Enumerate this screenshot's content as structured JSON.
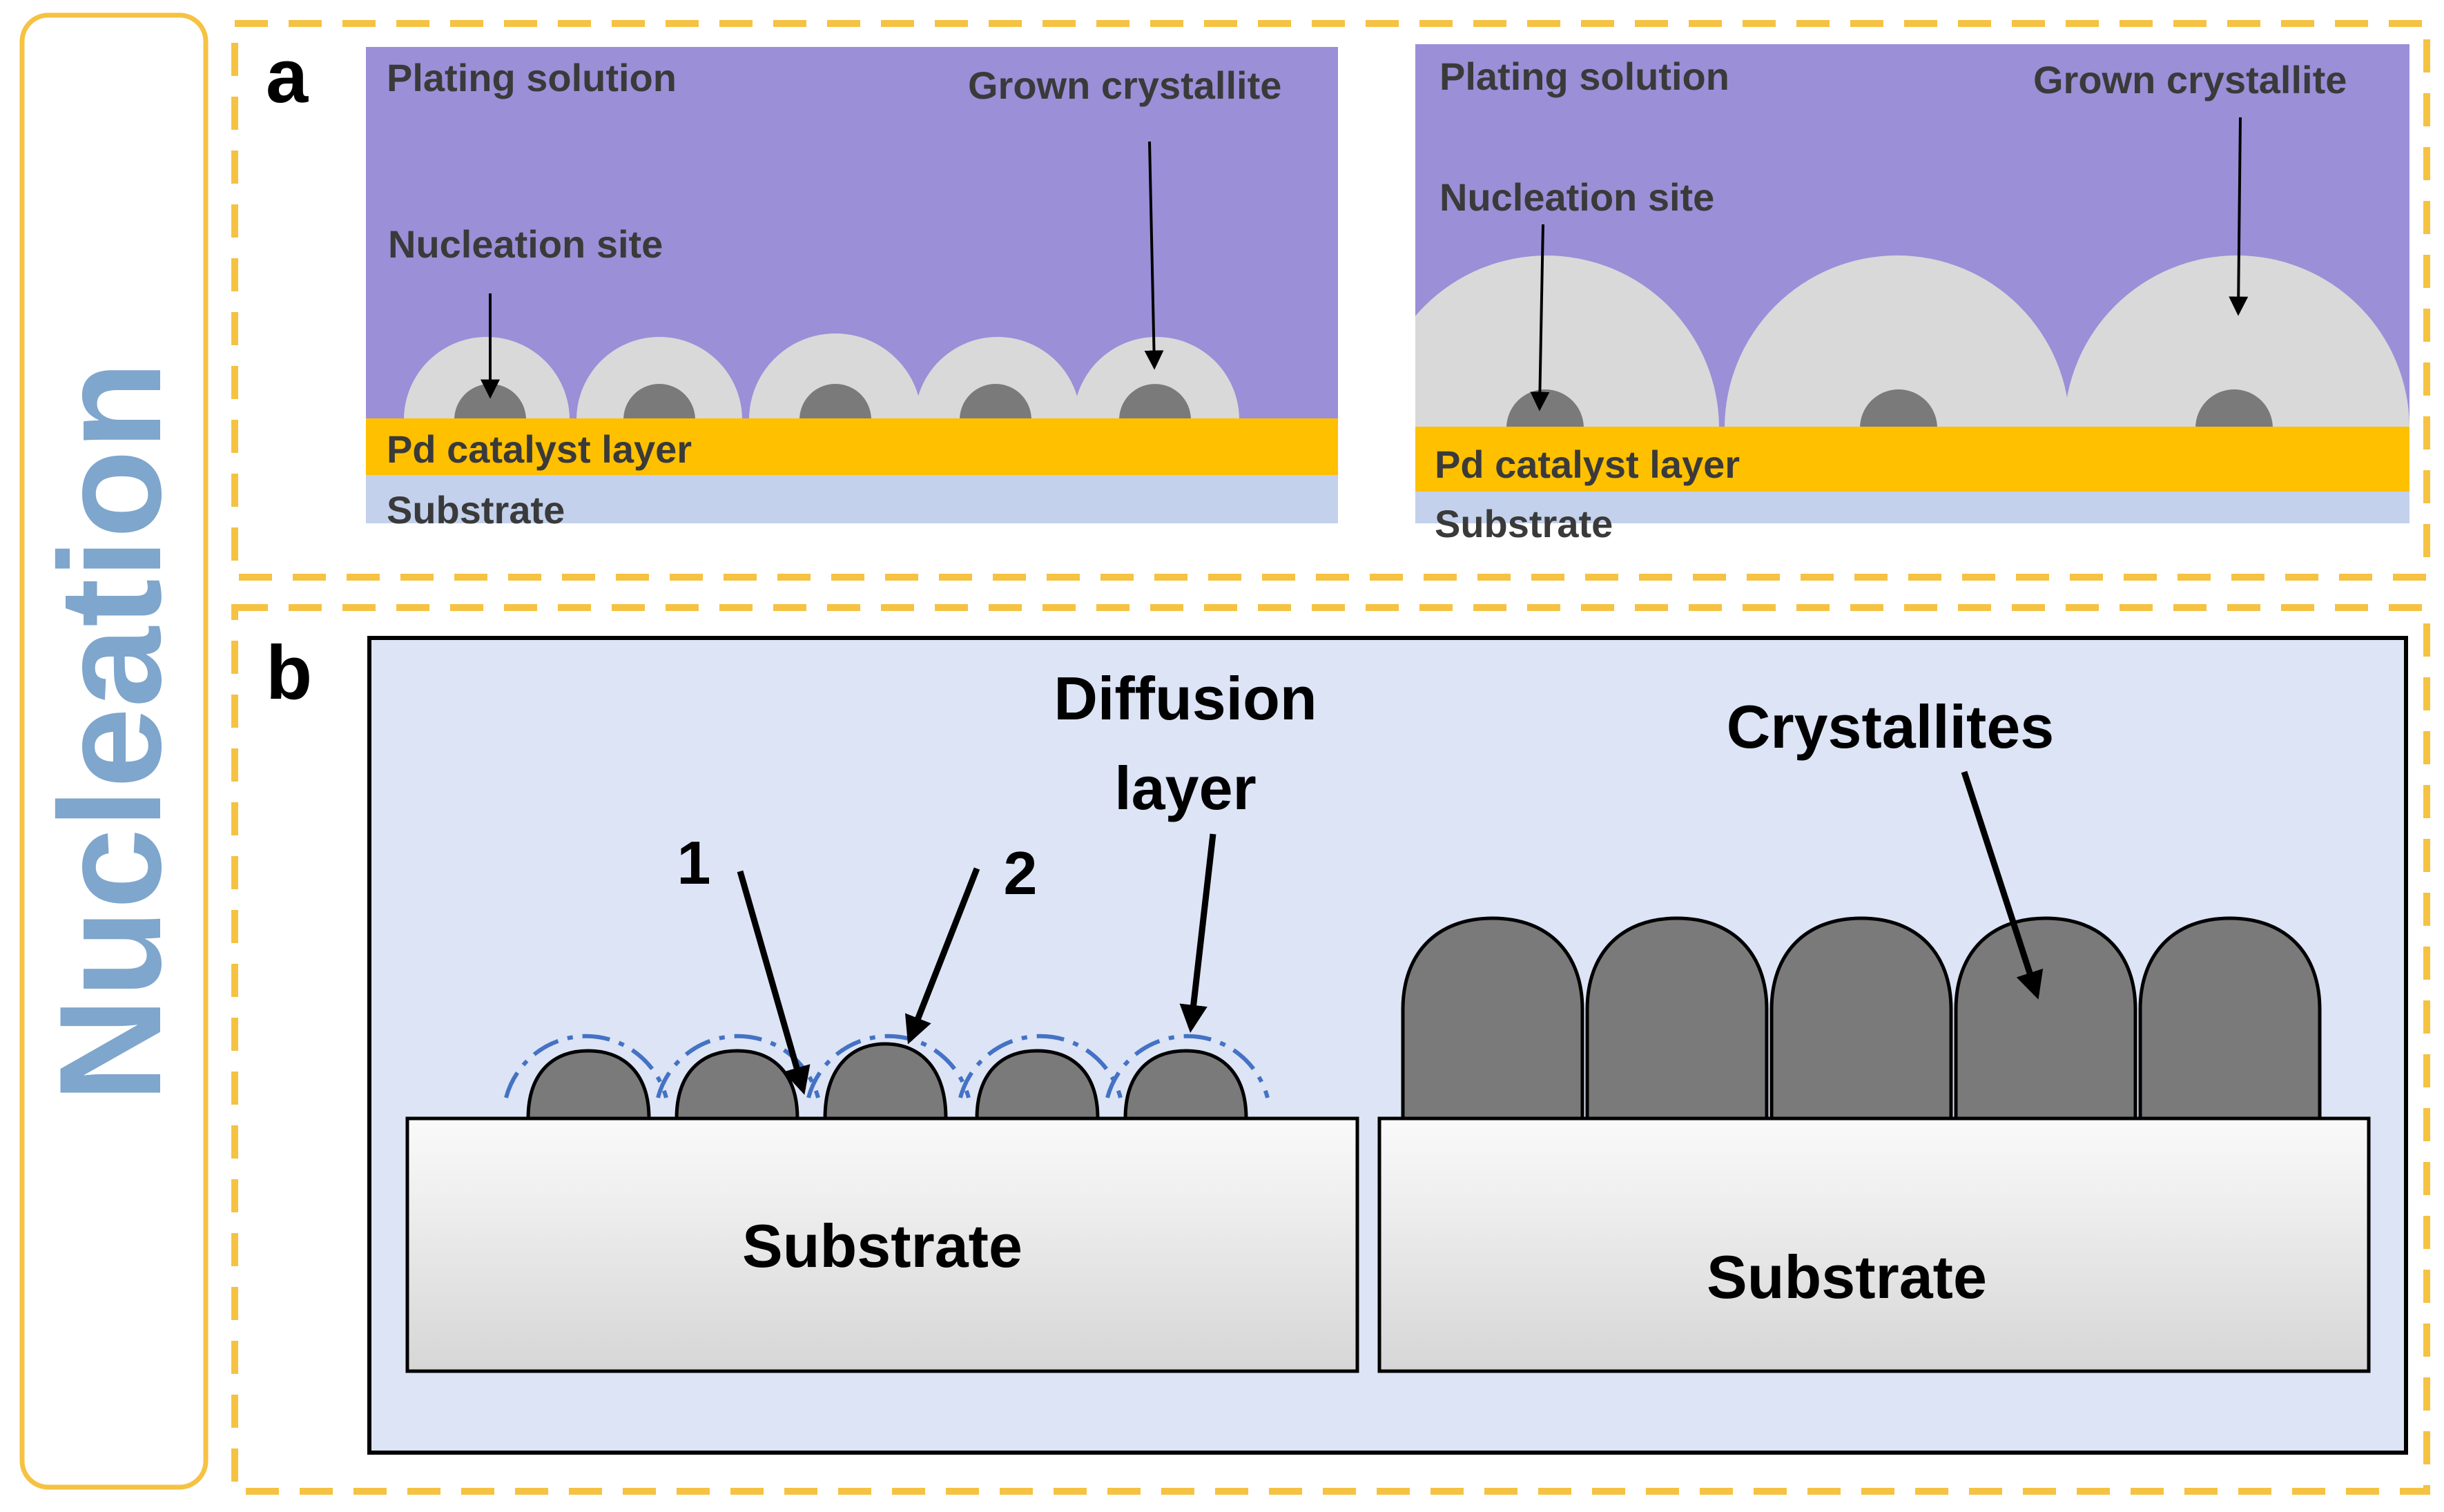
{
  "side_title": "Nucleation",
  "panel_a": {
    "label": "a",
    "left": {
      "plating_solution": "Plating solution",
      "grown_crystallite": "Grown crystallite",
      "nucleation_site": "Nucleation site",
      "catalyst_layer": "Pd catalyst layer",
      "substrate": "Substrate"
    },
    "right": {
      "plating_solution": "Plating solution",
      "grown_crystallite": "Grown crystallite",
      "nucleation_site": "Nucleation site",
      "catalyst_layer": "Pd catalyst layer",
      "substrate": "Substrate"
    }
  },
  "panel_b": {
    "label": "b",
    "left": {
      "diffusion_line1": "Diffusion",
      "diffusion_line2": "layer",
      "marker_1": "1",
      "marker_2": "2",
      "substrate": "Substrate"
    },
    "right": {
      "crystallites": "Crystallites",
      "substrate": "Substrate"
    }
  },
  "colors": {
    "frame_yellow": "#F5C242",
    "plating_purple": "#9B8FD8",
    "catalyst_gold": "#FFC000",
    "substrate_blue": "#C3D1EC",
    "crystallite_halo": "#D9D9D9",
    "nucleus_gray": "#7A7A7A",
    "panel_b_bg": "#DCE4F5",
    "diffusion_blue": "#4472C4",
    "side_title_blue": "#7FA6CC"
  }
}
